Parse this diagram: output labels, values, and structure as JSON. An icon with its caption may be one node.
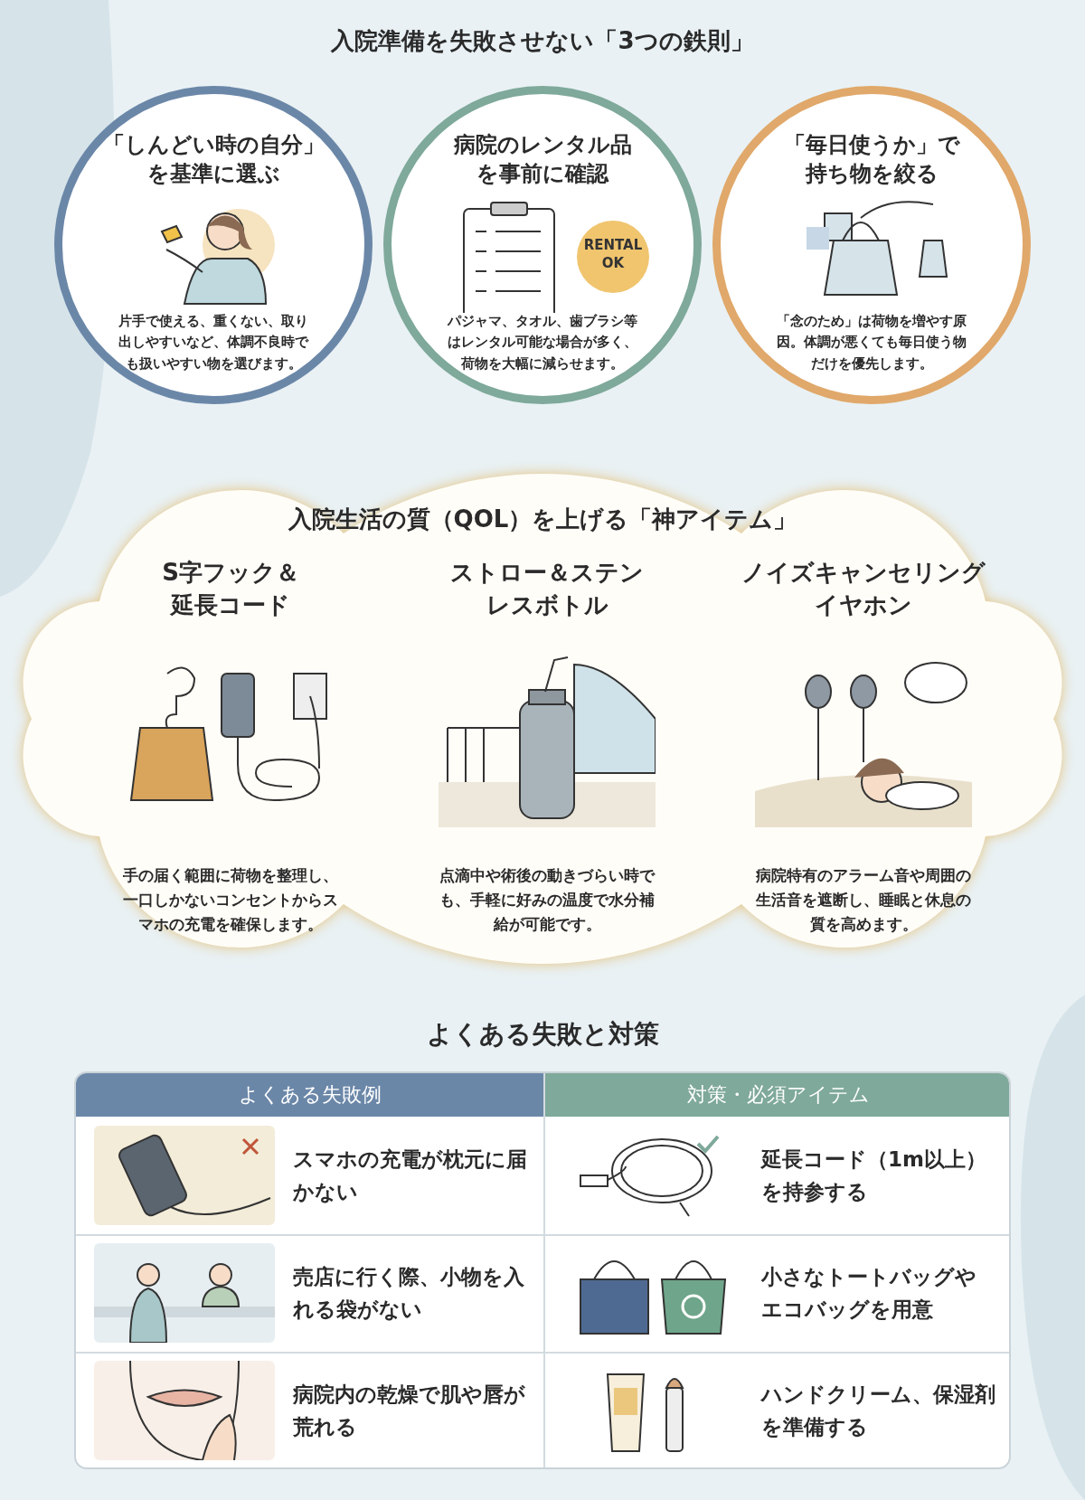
{
  "diagram": {
    "title": "入院準備を失敗させない「3つの鉄則」",
    "nodes": [
      {
        "text": [
          "「しんどい時の自分」を基準に選ぶ",
          "片手で使える、重くない、取り出しやすいなど、体調不良時でも扱いやすい物を選びます。"
        ]
      },
      {
        "text": [
          "病院のレンタル品を事前に確認",
          "パジャマ、タオル、歯ブラシ等はレンタル可能な場合が多く、荷物を大幅に減らせます。"
        ]
      },
      {
        "text": [
          "「毎日使うか」で持ち物を絞る",
          "「念のため」は荷物を増やす原因。体調が悪くても毎日使う物だけを優先します。"
        ]
      },
      {
        "text": [
          "入院生活の質（QOL）を上げる「神アイテム」"
        ]
      },
      {
        "text": [
          "S字フック＆延長コード",
          "手の届く範囲に荷物を整理し、一口しかないコンセントからスマホの充電を確保します。"
        ],
        "in": 3
      },
      {
        "text": [
          "ストロー＆ステンレスボトル",
          "点滴中や術後の動きづらい時でも、手軽に好みの温度で水分補給が可能です。"
        ],
        "in": 3
      },
      {
        "text": [
          "ノイズキャンセリングイヤホン",
          "病院特有のアラーム音や周囲の生活音を遮断し、睡眠と休息の質を高めます。"
        ],
        "in": 3
      }
    ],
    "labels": [
      "RENTAL OK",
      "よくある失敗と対策",
      "よくある失敗例",
      "対策・必須アイテム",
      "スマホの充電が枕元に届かない",
      "延長コード（1m以上）を持参する",
      "売店に行く際、小物を入れる袋がない",
      "小さなトートバッグやエコバッグを用意",
      "病院内の乾燥で肌や唇が荒れる",
      "ハンドクリーム、保湿剤を準備する"
    ]
  }
}
